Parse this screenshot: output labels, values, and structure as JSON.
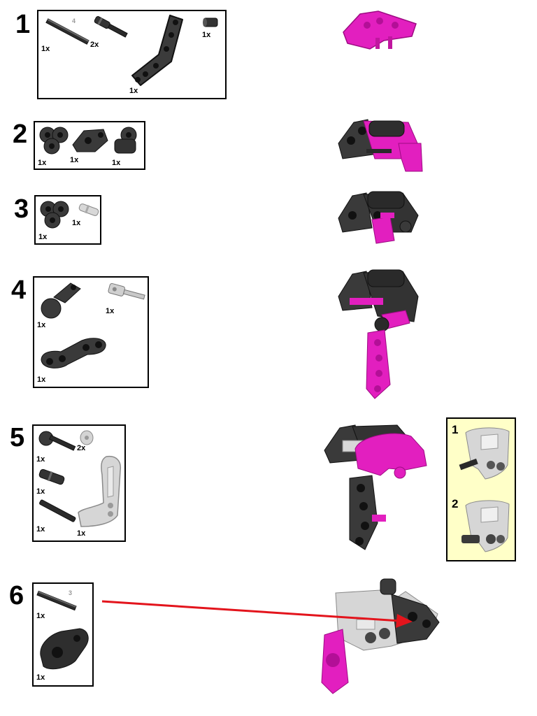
{
  "steps": [
    {
      "number": "1",
      "parts": [
        {
          "name": "axle",
          "qty": "1x",
          "length": "4"
        },
        {
          "name": "pin-with-axle",
          "qty": "2x"
        },
        {
          "name": "bent-liftarm",
          "qty": "1x"
        },
        {
          "name": "bush",
          "qty": "1x"
        }
      ]
    },
    {
      "number": "2",
      "parts": [
        {
          "name": "triple-connector",
          "qty": "1x"
        },
        {
          "name": "angle-connector",
          "qty": "1x"
        },
        {
          "name": "cross-block",
          "qty": "1x"
        }
      ]
    },
    {
      "number": "3",
      "parts": [
        {
          "name": "triple-connector",
          "qty": "1x"
        },
        {
          "name": "pin-light-gray",
          "qty": "1x"
        }
      ]
    },
    {
      "number": "4",
      "parts": [
        {
          "name": "ball-joint-arm",
          "qty": "1x"
        },
        {
          "name": "axle-connector",
          "qty": "1x"
        },
        {
          "name": "liftarm-double",
          "qty": "1x"
        }
      ]
    },
    {
      "number": "5",
      "parts": [
        {
          "name": "connector-with-axle",
          "qty": "1x"
        },
        {
          "name": "bush-light-gray",
          "qty": "2x"
        },
        {
          "name": "pin-connector",
          "qty": "1x"
        },
        {
          "name": "long-axle",
          "qty": "1x"
        },
        {
          "name": "panel-gray",
          "qty": "1x"
        }
      ]
    },
    {
      "number": "6",
      "parts": [
        {
          "name": "axle",
          "qty": "1x",
          "length": "3"
        },
        {
          "name": "hand-part",
          "qty": "1x"
        }
      ]
    }
  ],
  "substeps": {
    "labels": [
      "1",
      "2"
    ]
  },
  "colors": {
    "magenta": "#e21fbf",
    "dark": "#3a3a3a",
    "light": "#cfcfcf",
    "arrow": "#e3141c",
    "subbg": "#ffffc8"
  }
}
